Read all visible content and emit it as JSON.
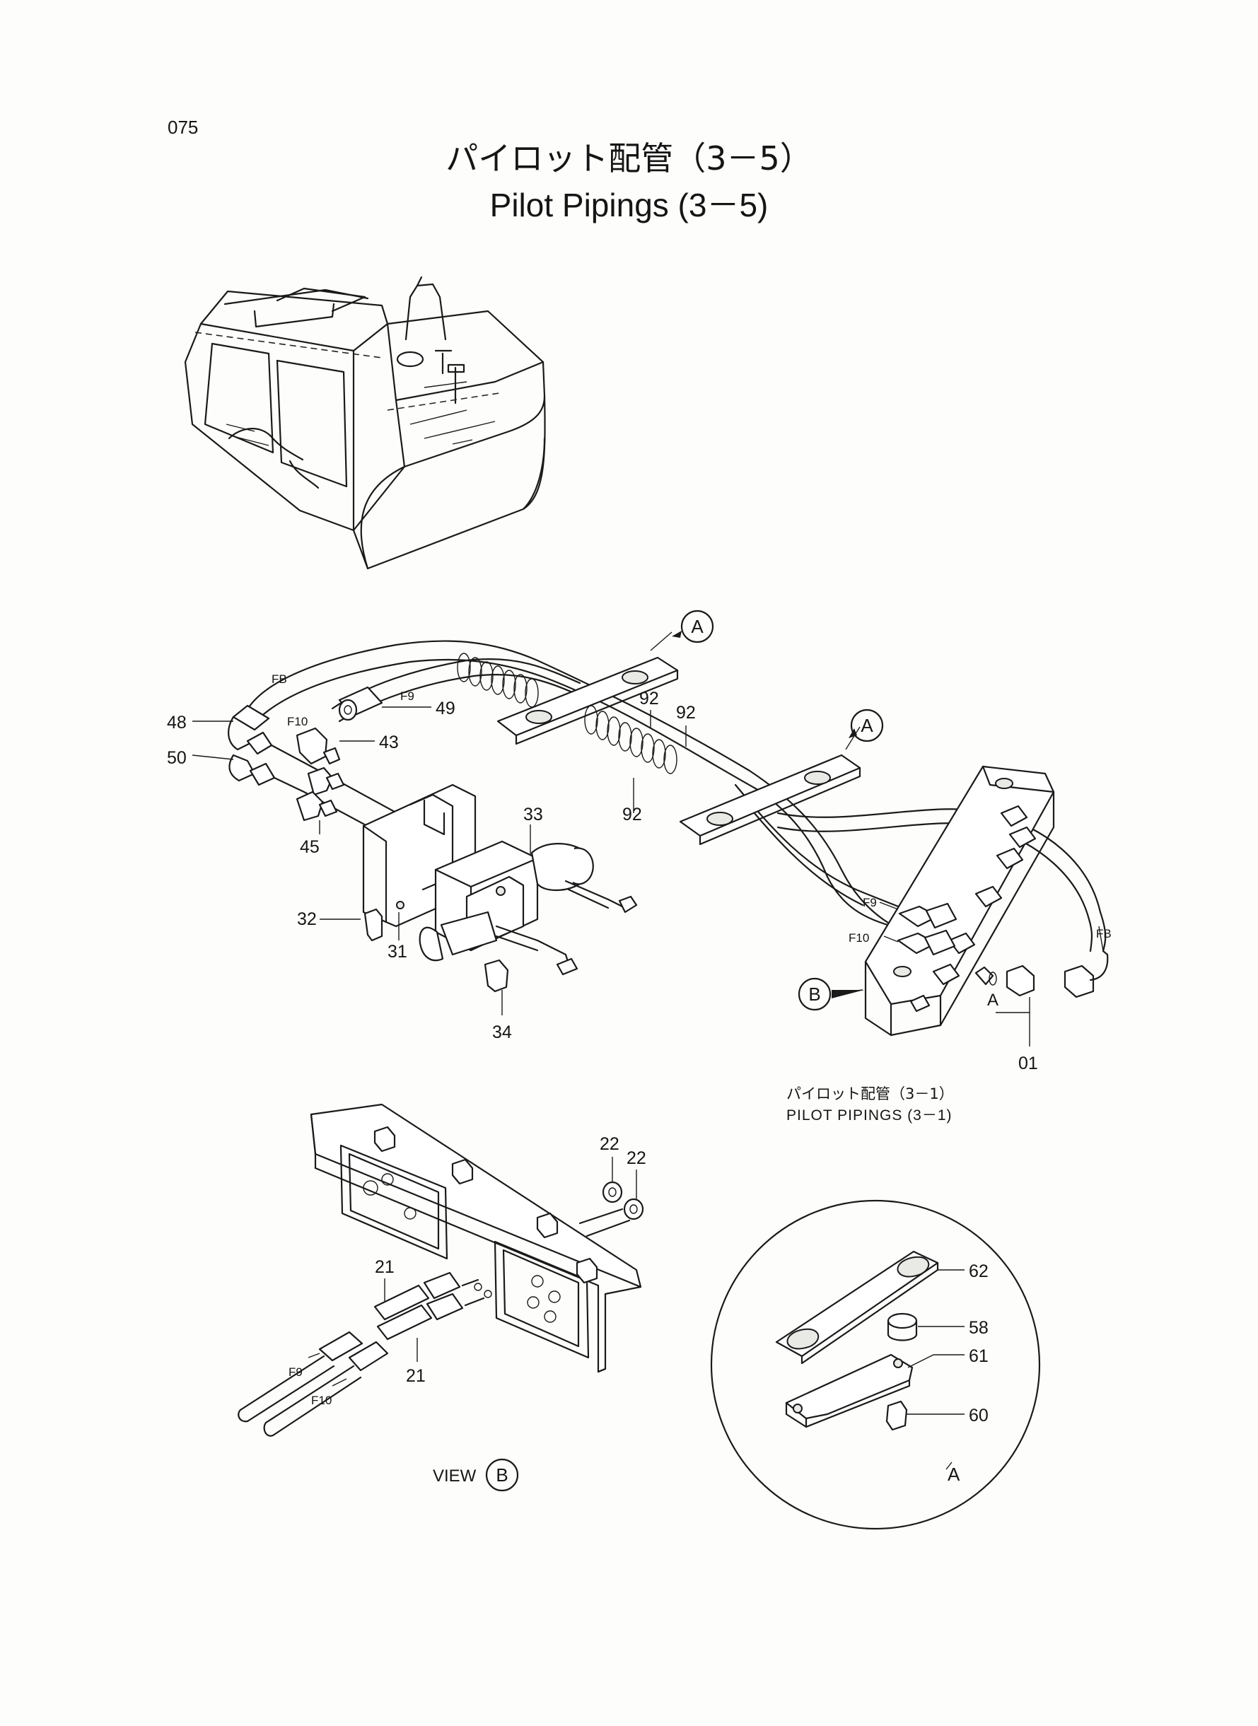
{
  "page": {
    "number": "075"
  },
  "title": {
    "japanese": "パイロット配管（3－5）",
    "english": "Pilot Pipings (3－5)"
  },
  "reference": {
    "japanese": "パイロット配管（3－1）",
    "english": "PILOT PIPINGS (3－1)"
  },
  "view": {
    "label": "VIEW",
    "letter": "B"
  },
  "callouts": {
    "a_top": "A",
    "a_right": "A",
    "b_left": "B",
    "a_small": "A",
    "a_detail": "A"
  },
  "parts": {
    "p48": "48",
    "p50": "50",
    "p43": "43",
    "p49": "49",
    "p45": "45",
    "p33": "33",
    "p32": "32",
    "p31": "31",
    "p34": "34",
    "p92a": "92",
    "p92b": "92",
    "p92c": "92",
    "p01": "01",
    "p22a": "22",
    "p22b": "22",
    "p21a": "21",
    "p21b": "21",
    "p62": "62",
    "p58": "58",
    "p61": "61",
    "p60": "60"
  },
  "hoses": {
    "fb_left": "FB",
    "f9_top": "F9",
    "f10_top": "F10",
    "f9_right": "F9",
    "f10_right": "F10",
    "fb_right": "FB",
    "f9_view": "F9",
    "f10_view": "F10"
  }
}
